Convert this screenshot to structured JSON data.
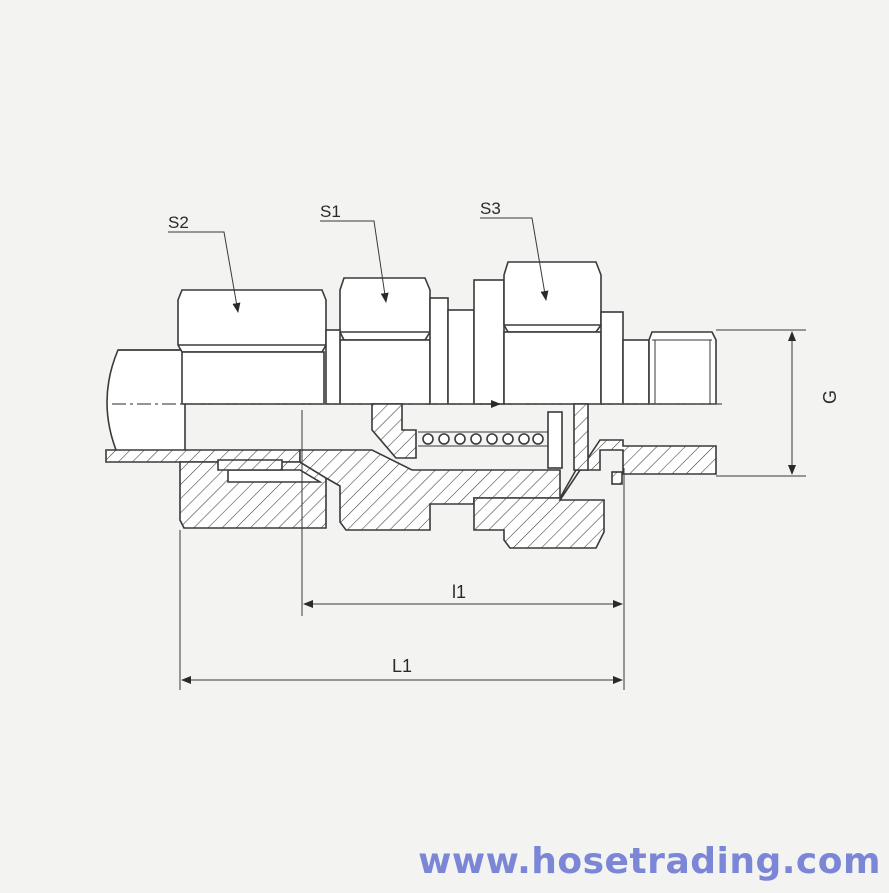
{
  "labels": {
    "s2": "S2",
    "s1": "S1",
    "s3": "S3",
    "g": "G",
    "l1_small": "l1",
    "l1": "L1"
  },
  "watermark": "www.hosetrading.com",
  "colors": {
    "line": "#3a3a3a",
    "background": "#f3f3f1",
    "watermark": "#7b86d6"
  }
}
